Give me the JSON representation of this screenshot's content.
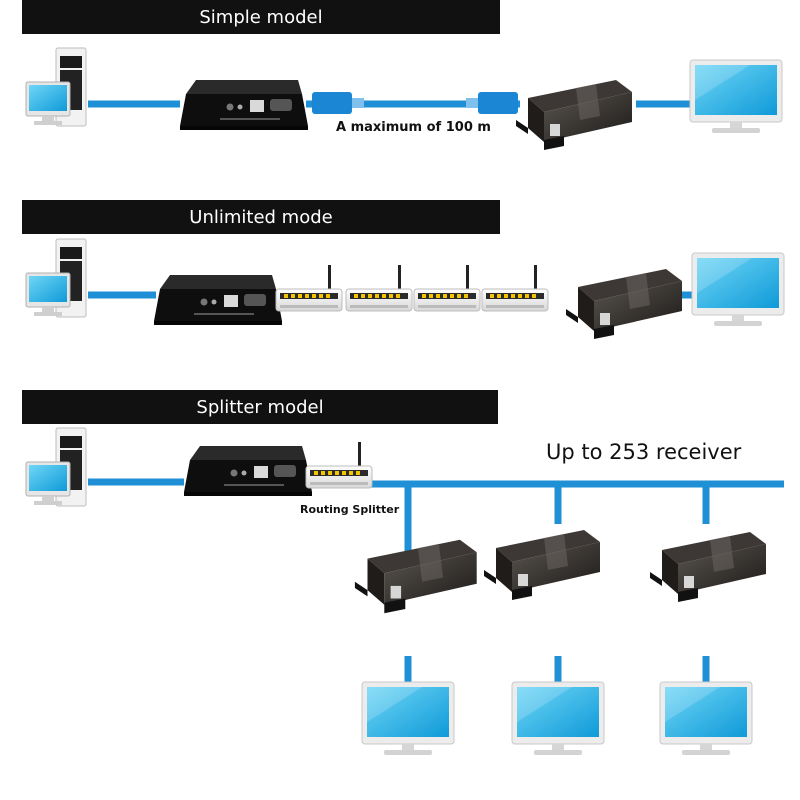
{
  "sections": [
    {
      "title": "Simple model",
      "cable_label": "A maximum of 100 m"
    },
    {
      "title": "Unlimited mode"
    },
    {
      "title": "Splitter model",
      "splitter_label": "Routing Splitter",
      "receiver_label": "Up to 253 receiver"
    }
  ],
  "colors": {
    "cable": "#1f8fd6",
    "banner": "#111111",
    "device": "#1a1a1a",
    "screen": "#1fb2ea"
  }
}
